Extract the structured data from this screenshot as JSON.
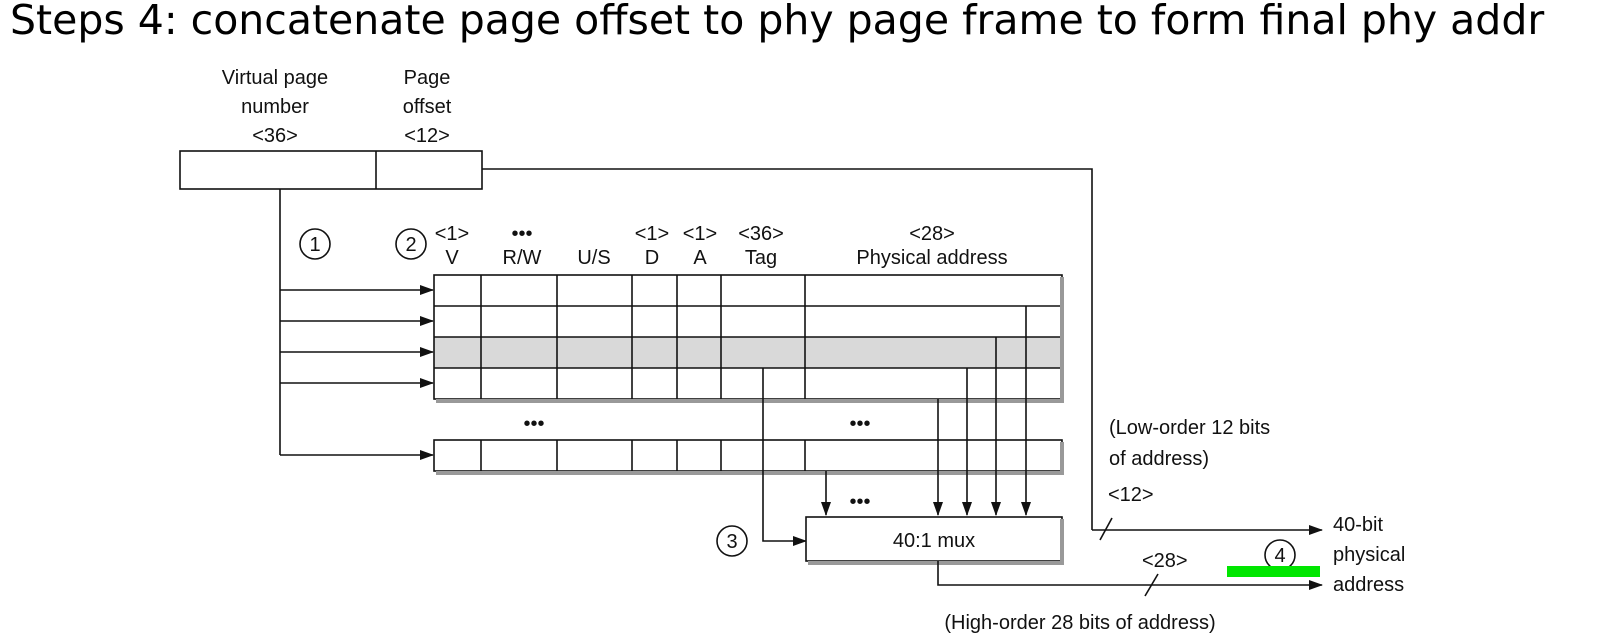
{
  "title": "Steps 4: concatenate page offset to phy page frame to form final phy addr",
  "virtual_address": {
    "vpn_label": [
      "Virtual page",
      "number",
      "<36>"
    ],
    "offset_label": [
      "Page",
      "offset",
      "<12>"
    ]
  },
  "steps": {
    "one": "1",
    "two": "2",
    "three": "3",
    "four": "4"
  },
  "tlb": {
    "columns": [
      {
        "key": "v",
        "width": "<1>",
        "name": "V"
      },
      {
        "key": "rw",
        "width": "•••",
        "name": "R/W"
      },
      {
        "key": "us",
        "width": "",
        "name": "U/S"
      },
      {
        "key": "d",
        "width": "<1>",
        "name": "D"
      },
      {
        "key": "a",
        "width": "<1>",
        "name": "A"
      },
      {
        "key": "tag",
        "width": "<36>",
        "name": "Tag"
      },
      {
        "key": "pa",
        "width": "<28>",
        "name": "Physical address"
      }
    ],
    "ellipsis": "•••"
  },
  "mux_label": "40:1 mux",
  "low_order_note": [
    "(Low-order 12 bits",
    "of address)"
  ],
  "low_width": "<12>",
  "high_width": "<28>",
  "high_order_note": "(High-order 28 bits of address)",
  "output_label": [
    "40-bit",
    "physical",
    "address"
  ],
  "colors": {
    "highlight_row": "#d9d9d9",
    "marker": "#00e600",
    "ink": "#111111"
  }
}
